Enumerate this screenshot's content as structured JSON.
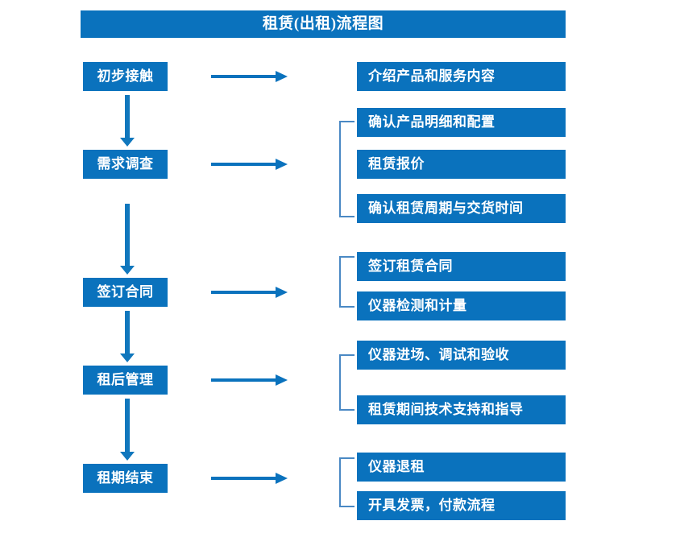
{
  "title": "租赁(出租)流程图",
  "theme": {
    "box_fill": "#0a72bd",
    "box_text": "#ffffff",
    "arrow": "#0a72bd",
    "v_arrow": "#1077bd",
    "bracket": "#4a89c4",
    "background": "#ffffff"
  },
  "stages": [
    {
      "label": "初步接触"
    },
    {
      "label": "需求调查"
    },
    {
      "label": "签订合同"
    },
    {
      "label": "租后管理"
    },
    {
      "label": "租期结束"
    }
  ],
  "details": [
    {
      "label": "介绍产品和服务内容"
    },
    {
      "label": "确认产品明细和配置"
    },
    {
      "label": "租赁报价"
    },
    {
      "label": "确认租赁周期与交货时间"
    },
    {
      "label": "签订租赁合同"
    },
    {
      "label": "仪器检测和计量"
    },
    {
      "label": "仪器进场、调试和验收"
    },
    {
      "label": "租赁期间技术支持和指导"
    },
    {
      "label": "仪器退租"
    },
    {
      "label": "开具发票，付款流程"
    }
  ]
}
